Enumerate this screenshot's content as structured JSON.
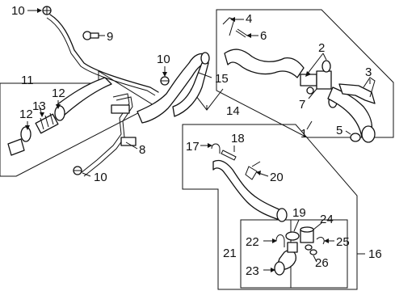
{
  "diagram": {
    "callouts": {
      "c1": "1",
      "c2": "2",
      "c3": "3",
      "c4": "4",
      "c5": "5",
      "c6": "6",
      "c7": "7",
      "c8": "8",
      "c9": "9",
      "c10a": "10",
      "c10b": "10",
      "c10c": "10",
      "c11": "11",
      "c12a": "12",
      "c12b": "12",
      "c13": "13",
      "c14": "14",
      "c15": "15",
      "c16": "16",
      "c17": "17",
      "c18": "18",
      "c19": "19",
      "c20": "20",
      "c21": "21",
      "c22": "22",
      "c23": "23",
      "c24": "24",
      "c25": "25",
      "c26": "26"
    }
  }
}
